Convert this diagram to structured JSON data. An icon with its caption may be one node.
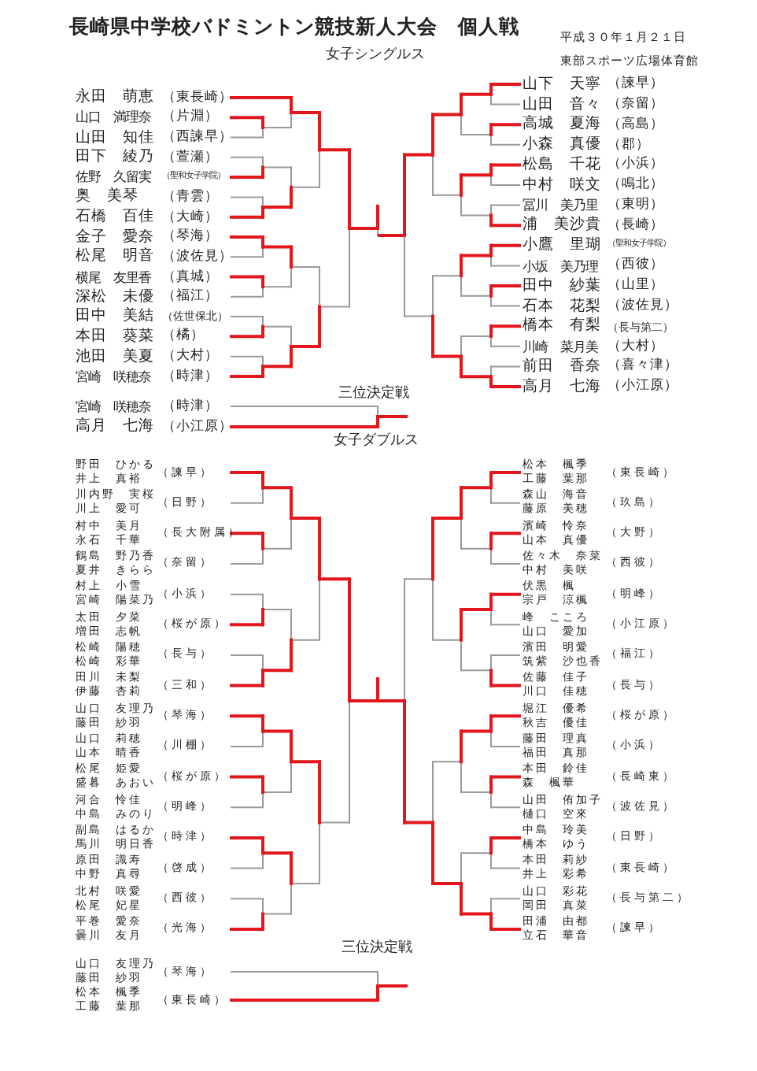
{
  "diagram": {
    "title": "長崎県中学校バドミントン競技新人大会　個人戦",
    "labels": [
      "平成３０年１月２１日",
      "女子シングルス",
      "東部スポーツ広場体育館",
      "永田　萌恵",
      "（東長崎）",
      "山口　満理奈",
      "（片淵）",
      "山田　知佳",
      "（西諫早）",
      "田下　綾乃",
      "（萱瀬）",
      "佐野　久留実",
      "（聖和女子学院）",
      "奥　美琴",
      "（青雲）",
      "石橋　百佳",
      "（大崎）",
      "金子　愛奈",
      "（琴海）",
      "松尾　明音",
      "（波佐見）",
      "横尾　友里香",
      "（真城）",
      "深松　未優",
      "（福江）",
      "田中　美結",
      "（佐世保北）",
      "本田　葵菜",
      "（橘）",
      "池田　美夏",
      "（大村）",
      "宮崎　咲穂奈",
      "（時津）",
      "山下　天寧",
      "（諫早）",
      "山田　音々",
      "（奈留）",
      "高城　夏海",
      "（高島）",
      "小森　真優",
      "（郡）",
      "松島　千花",
      "（小浜）",
      "中村　咲文",
      "（鳴北）",
      "冨川　美乃里",
      "（東明）",
      "浦　美沙貴",
      "（長崎）",
      "小鷹　里瑚",
      "（聖和女子学院）",
      "小坂　美乃理",
      "（西彼）",
      "田中　紗葉",
      "（山里）",
      "石本　花梨",
      "（波佐見）",
      "橋本　有梨",
      "（長与第二）",
      "川崎　菜月美",
      "（大村）",
      "前田　香奈",
      "（喜々津）",
      "高月　七海",
      "（小江原）",
      "三位決定戦",
      "宮崎　咲穂奈",
      "（時津）",
      "高月　七海",
      "（小江原）",
      "女子ダブルス",
      "野田　ひかる",
      "井上　真裕",
      "（諫早）",
      "川内野　実桜",
      "川上　愛可",
      "（日野）",
      "村中　美月",
      "永石　千華",
      "（長大附属）",
      "鶴島　野乃香",
      "夏井　きらら",
      "（奈留）",
      "村上　小雪",
      "宮崎　陽菜乃",
      "（小浜）",
      "太田　夕菜",
      "増田　志帆",
      "（桜が原）",
      "松崎　陽穂",
      "松崎　彩華",
      "（長与）",
      "田川　未梨",
      "伊藤　杏莉",
      "（三和）",
      "山口　友理乃",
      "藤田　紗羽",
      "（琴海）",
      "山口　莉穂",
      "山本　晴香",
      "（川棚）",
      "松尾　姫愛",
      "盛暮　あおい",
      "（桜が原）",
      "河合　怜佳",
      "中島　みのり",
      "（明峰）",
      "副島　はるか",
      "馬川　明日香",
      "（時津）",
      "原田　識寿",
      "中野　真尋",
      "（啓成）",
      "北村　咲愛",
      "松尾　妃星",
      "（西彼）",
      "平巻　愛奈",
      "曇川　友月",
      "（光海）",
      "松本　楓季",
      "工藤　葉那",
      "（東長崎）",
      "森山　海音",
      "藤原　美穂",
      "（玖島）",
      "濱崎　怜奈",
      "山本　真優",
      "（大野）",
      "佐々木　奈菜",
      "中村　美咲",
      "（西彼）",
      "伏黒　楓",
      "宗戸　涼楓",
      "（明峰）",
      "峰　こころ",
      "山口　愛加",
      "（小江原）",
      "濱田　明愛",
      "筑紫　沙也香",
      "（福江）",
      "佐藤　佳子",
      "川口　佳穂",
      "（長与）",
      "堀江　優希",
      "秋吉　優佳",
      "（桜が原）",
      "藤田　理真",
      "福田　真那",
      "（小浜）",
      "本田　鈴佳",
      "森　楓華",
      "（長崎東）",
      "山田　侑加子",
      "樋口　空來",
      "（波佐見）",
      "中島　玲美",
      "橋本　ゆう",
      "（日野）",
      "本田　莉紗",
      "井上　彩希",
      "（東長崎）",
      "山口　彩花",
      "岡田　真菜",
      "（長与第二）",
      "田浦　由都",
      "立石　華音",
      "（諫早）",
      "三位決定戦",
      "山口　友理乃",
      "藤田　紗羽",
      "（琴海）",
      "松本　楓季",
      "工藤　葉那",
      "（東長崎）"
    ]
  }
}
